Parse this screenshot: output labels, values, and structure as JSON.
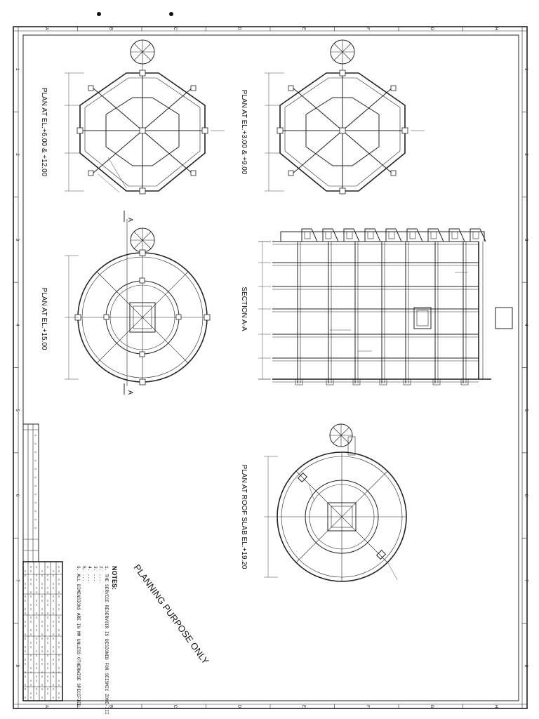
{
  "sheet": {
    "column_refs": [
      "A",
      "B",
      "C",
      "D",
      "E",
      "F",
      "G",
      "H"
    ],
    "row_refs": [
      "1",
      "2",
      "3",
      "4",
      "5",
      "6",
      "7",
      "8"
    ]
  },
  "views": {
    "plan_el6": "PLAN AT EL.+6.00 & +12.00",
    "plan_el3": "PLAN AT EL.+3.00 & +9.00",
    "plan_el15": "PLAN AT EL.+15.00",
    "section_aa": "SECTION A-A",
    "plan_roof": "PLAN AT ROOF SLAB EL.+19.20"
  },
  "section_marks": {
    "left": "A",
    "right": "A"
  },
  "stamp": "PLANNING PURPOSE ONLY",
  "notes": {
    "heading": "NOTES:",
    "lines": [
      "1. THE SERVICE RESERVOIR IS DESIGNED FOR SEISMIC ZONE-III",
      "2. ...",
      "3. ...",
      "4. ...",
      "5. ...",
      "6. ALL DIMENSIONS ARE IN MM UNLESS OTHERWISE SPECIFIED."
    ]
  },
  "colors": {
    "ink": "#222222",
    "paper": "#ffffff"
  }
}
